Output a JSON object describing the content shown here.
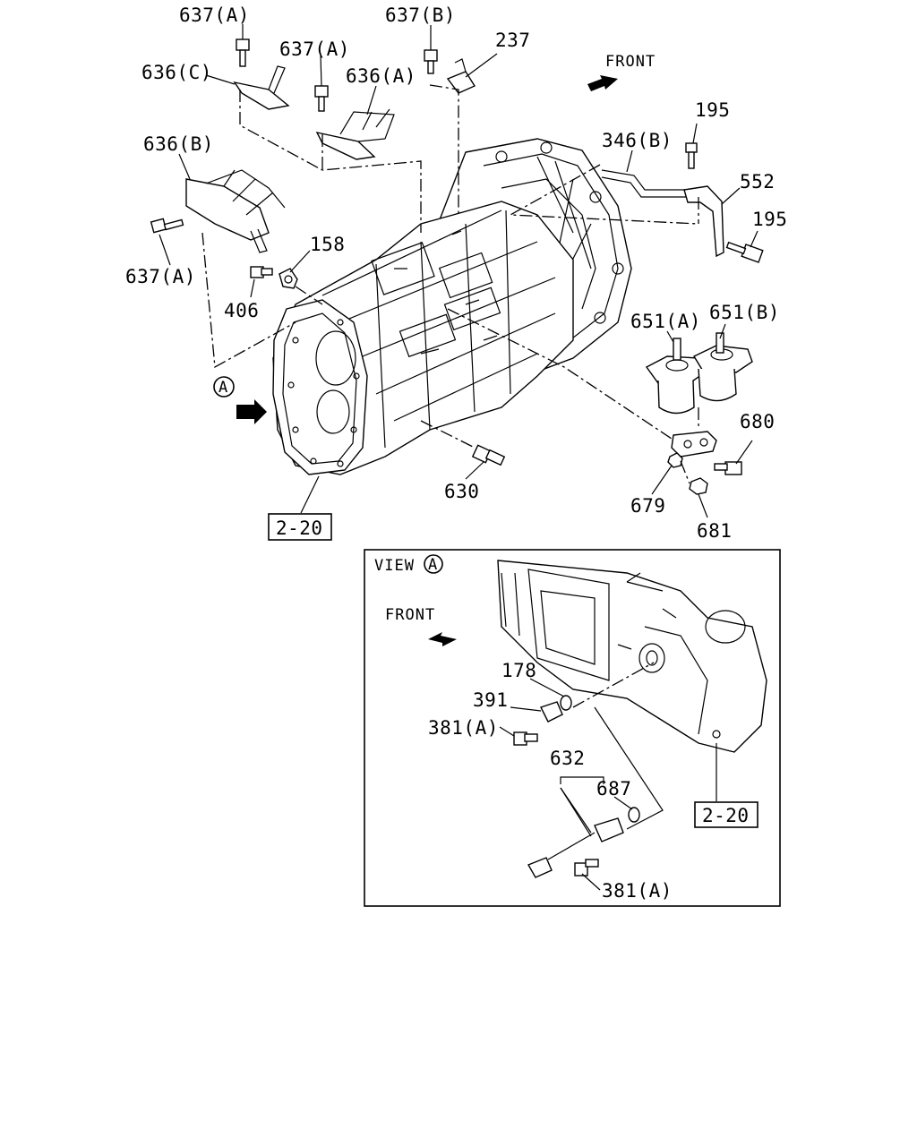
{
  "callouts": {
    "c637a_top": "637(A)",
    "c636c": "636(C)",
    "c637a_mid": "637(A)",
    "c636a": "636(A)",
    "c637b": "637(B)",
    "c237": "237",
    "front_top": "FRONT",
    "c195_top": "195",
    "c346b": "346(B)",
    "c552": "552",
    "c195_right": "195",
    "c636b": "636(B)",
    "c637a_left": "637(A)",
    "c158": "158",
    "c406": "406",
    "c651a": "651(A)",
    "c651b": "651(B)",
    "view_marker": "A",
    "c680": "680",
    "c630": "630",
    "c679": "679",
    "c681": "681",
    "ref_main": "2-20"
  },
  "view_a": {
    "title": "VIEW",
    "title_marker": "A",
    "front": "FRONT",
    "c178": "178",
    "c391": "391",
    "c381a_top": "381(A)",
    "c632": "632",
    "c687": "687",
    "c381a_bottom": "381(A)",
    "ref": "2-20"
  },
  "icons": [
    "front-arrow-icon",
    "view-direction-arrow-icon",
    "circle-a-marker-icon"
  ]
}
